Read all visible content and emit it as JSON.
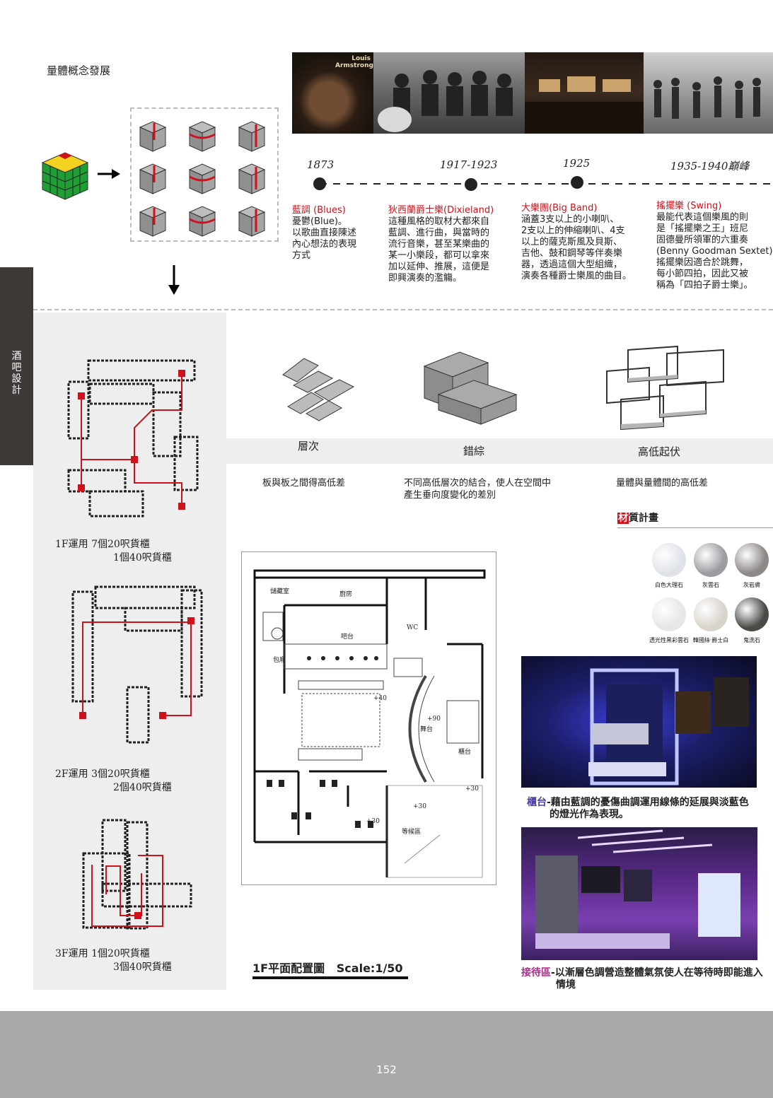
{
  "header": {
    "title": "量體概念發展"
  },
  "side_tab": {
    "label": "酒吧設計"
  },
  "photo_strip": {
    "album_text": "Louis Armstrong"
  },
  "timeline": {
    "years": [
      "1873",
      "1917-1923",
      "1925",
      "1935-1940巔峰"
    ],
    "entries": [
      {
        "title": "藍調 (Blues)",
        "lines": [
          "憂鬱(Blue)。",
          "以歌曲直接陳述",
          "內心想法的表現",
          "方式"
        ]
      },
      {
        "title": "狄西蘭爵士樂(Dixieland)",
        "lines": [
          "這種風格的取材大都來自",
          "藍調、進行曲，與當時的",
          "流行音樂，甚至某樂曲的",
          "某一小樂段，都可以拿來",
          "加以延伸、推展，這便是",
          "即興演奏的濫觴。"
        ]
      },
      {
        "title": "大樂團(Big Band)",
        "lines": [
          "涵蓋3支以上的小喇叭、",
          "2支以上的伸縮喇叭、4支",
          "以上的薩克斯風及貝斯、",
          "吉他、鼓和鋼琴等伴奏樂",
          "器，透過這個大型組織，",
          "演奏各種爵士樂風的曲目。"
        ]
      },
      {
        "title": "搖擺樂 (Swing)",
        "lines": [
          "最能代表這個樂風的則",
          "是「搖擺樂之王」班尼",
          "固德曼所領軍的六重奏",
          "(Benny Goodman Sextet)",
          "搖擺樂因適合於跳舞，",
          "每小節四拍，因此又被",
          "稱為「四拍子爵士樂」。"
        ]
      }
    ]
  },
  "concepts": [
    {
      "title": "層次",
      "desc": [
        "板與板之間得高低差"
      ]
    },
    {
      "title": "錯綜",
      "desc": [
        "不同高低層次的結合，使人在空間中",
        "產生垂向度變化的差別"
      ]
    },
    {
      "title": "高低起伏",
      "desc": [
        "量體與量體間的高低差"
      ]
    }
  ],
  "containers": [
    {
      "line1": "1F運用 7個20呎貨櫃",
      "line2": "1個40呎貨櫃"
    },
    {
      "line1": "2F運用 3個20呎貨櫃",
      "line2": "2個40呎貨櫃"
    },
    {
      "line1": "3F運用 1個20呎貨櫃",
      "line2": "3個40呎貨櫃"
    }
  ],
  "floorplan": {
    "caption": "1F平面配置圖   Scale:1/50",
    "rooms": {
      "storage": "儲藏室",
      "kitchen": "廚房",
      "bar": "吧台",
      "wc": "WC",
      "private": "包廂",
      "stage": "舞台",
      "counter": "櫃台",
      "waiting": "等候區"
    },
    "levels": {
      "l40a": "+40",
      "l90": "+90",
      "l30a": "+30",
      "l30b": "+30",
      "l30c": "+30"
    }
  },
  "materials": {
    "heading_first": "材",
    "heading_rest": "質計畫",
    "items": [
      {
        "label": "白色大理石",
        "color": "#dfe3e8"
      },
      {
        "label": "灰雲石",
        "color": "#9a9c9f"
      },
      {
        "label": "灰岩膚",
        "color": "#8c8886"
      },
      {
        "label": "透光性黑彩雲石",
        "color": "#e6e6e6"
      },
      {
        "label": "韓國絲‧爵士白",
        "color": "#d8d3cc"
      },
      {
        "label": "鬼洗石",
        "color": "#4a4a46"
      }
    ]
  },
  "renders": [
    {
      "key": "櫃台",
      "text": "-藉由藍調的憂傷曲調運用線條的延展與淡藍色",
      "text2": "的燈光作為表現。"
    },
    {
      "key": "接待區",
      "text": "-以漸層色調營造整體氣氛使人在等待時即能進入",
      "text2": "情境"
    }
  ],
  "footer": {
    "page_number": "152"
  },
  "colors": {
    "accent_red": "#d0111b",
    "tab_dark": "#3f3937",
    "panel_gray": "#eeeeee",
    "footer_gray": "#a9a9a9",
    "render_key": "#4b3fa0"
  }
}
